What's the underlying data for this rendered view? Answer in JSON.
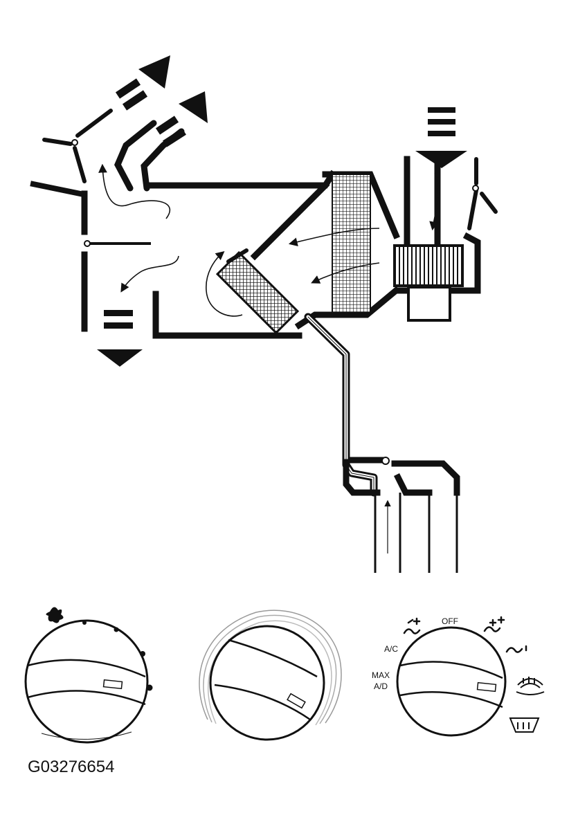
{
  "figure_code": "G03276654",
  "mode_knob": {
    "labels": {
      "off": "OFF",
      "ac": "A/C",
      "max": "MAX",
      "ad": "A/D"
    }
  },
  "icons": [
    "fan-icon",
    "panel-floor-icon",
    "floor-icon",
    "defrost-icon",
    "rear-defrost-icon",
    "recirculation-door-icon"
  ],
  "colors": {
    "ink": "#111111",
    "paper": "#ffffff"
  }
}
